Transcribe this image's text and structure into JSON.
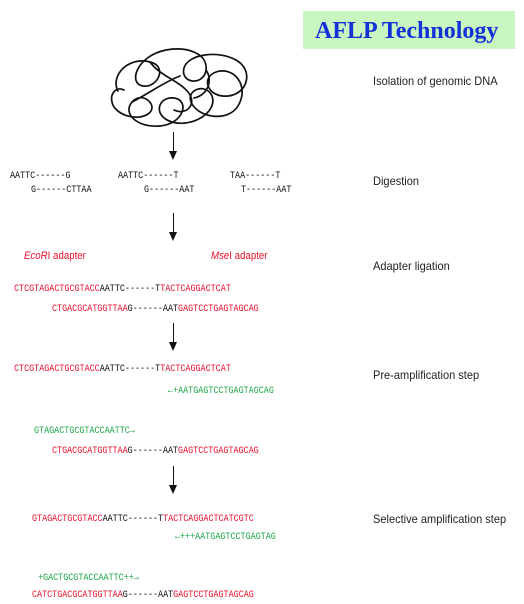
{
  "title": "AFLP Technology",
  "steps": {
    "isolation": "Isolation of genomic DNA",
    "digestion": "Digestion",
    "ligation": "Adapter ligation",
    "preamp": "Pre-amplification step",
    "selective": "Selective amplification step"
  },
  "digestion": {
    "frag1_top": "AATTC------G",
    "frag1_bottom": "G------CTTAA",
    "frag2_top": "AATTC------T",
    "frag2_bottom": "G------AAT",
    "frag3_top": "TAA------T",
    "frag3_bottom": "T------AAT"
  },
  "adapters": {
    "ecori_italic": "EcoR",
    "ecori_rest": "I adapter",
    "msei_italic": "Mse",
    "msei_rest": "I adapter"
  },
  "ligation": {
    "top_red": "CTCGTAGACTGCGTACC",
    "top_black": "AATTC------T",
    "top_red2": "TACTCAGGACTCAT",
    "bot_red": "CTGACGCATGGTTAA",
    "bot_black": "G------AAT",
    "bot_red2": "GAGTCCTGAGTAGCAG"
  },
  "preamp": {
    "top_red": "CTCGTAGACTGCGTACC",
    "top_black": "AATTC------T",
    "top_red2": "TACTCAGGACTCAT",
    "primer": "←+AATGAGTCCTGAGTAGCAG",
    "primer2": "GTAGACTGCGTACCAATTC→",
    "bot_red": "CTGACGCATGGTTAA",
    "bot_black": "G------AAT",
    "bot_red2": "GAGTCCTGAGTAGCAG"
  },
  "selective": {
    "top_red": "GTAGACTGCGTACC",
    "top_black": "AATTC------T",
    "top_red2": "TACTCAGGACTCATCGTC",
    "primer": "←+++AATGAGTCCTGAGTAG",
    "primer2": "+GACTGCGTACCAATTC++→",
    "bot_red": "CATCTGACGCATGGTTAA",
    "bot_black": "G------AAT",
    "bot_red2": "GAGTCCTGAGTAGCAG"
  }
}
